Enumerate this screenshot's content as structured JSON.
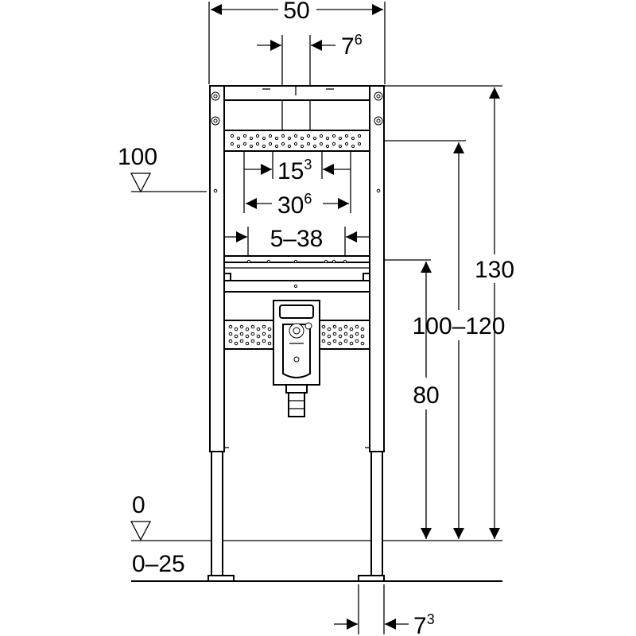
{
  "diagram": {
    "dimensions": {
      "width_top": "50",
      "offset_top": {
        "base": "7",
        "sup": "6"
      },
      "spacing_1": {
        "base": "15",
        "sup": "3"
      },
      "spacing_2": {
        "base": "30",
        "sup": "6"
      },
      "range_inner": "5–38",
      "height_total": "130",
      "height_range": "100–120",
      "height_80": "80",
      "level_100": "100",
      "level_0": "0",
      "floor_range": "0–25",
      "foot_offset": {
        "base": "7",
        "sup": "3"
      }
    }
  }
}
